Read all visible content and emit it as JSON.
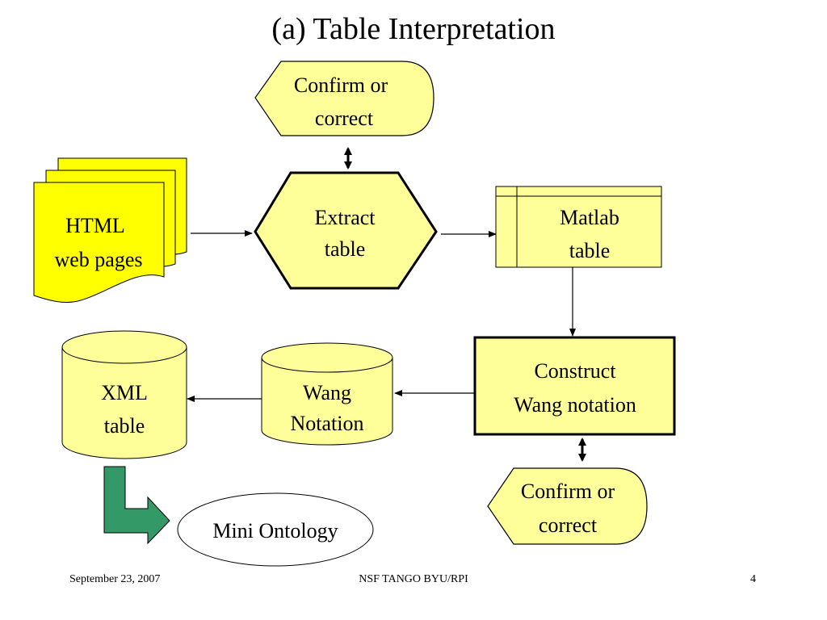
{
  "slide": {
    "title": "(a) Table Interpretation"
  },
  "nodes": {
    "confirm_top": [
      "Confirm or",
      "correct"
    ],
    "html_pages": [
      "HTML",
      "web pages"
    ],
    "extract": [
      "Extract",
      "table"
    ],
    "matlab": [
      "Matlab",
      "table"
    ],
    "construct": [
      "Construct",
      "Wang notation"
    ],
    "wang": [
      "Wang",
      "Notation"
    ],
    "xml": [
      "XML",
      "table"
    ],
    "confirm_bottom": [
      "Confirm or",
      "correct"
    ],
    "ontology": [
      "Mini Ontology"
    ]
  },
  "colors": {
    "pale_fill": "#ffff99",
    "bright_fill": "#ffff00",
    "arrow_green": "#339966",
    "stroke": "#000000"
  },
  "footer": {
    "date": "September 23, 2007",
    "center": "NSF TANGO BYU/RPI",
    "page": "4"
  }
}
